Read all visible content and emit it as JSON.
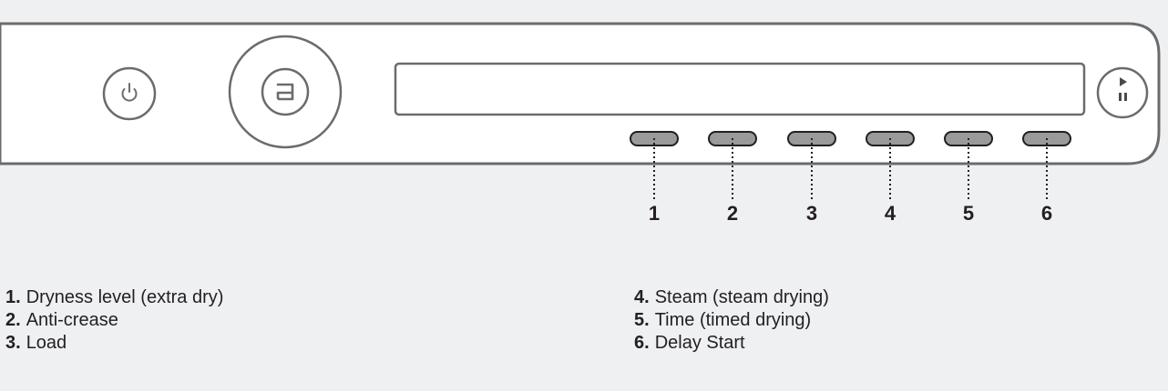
{
  "diagram": {
    "colors": {
      "background": "#eef0f1",
      "panel": "#ffffff",
      "outline": "#6b6b6b",
      "button_fill": "#9a9a9a",
      "text": "#231f20"
    },
    "buttons": [
      {
        "number": "1",
        "label": "Dryness level (extra dry)"
      },
      {
        "number": "2",
        "label": "Anti-crease"
      },
      {
        "number": "3",
        "label": "Load"
      },
      {
        "number": "4",
        "label": "Steam (steam drying)"
      },
      {
        "number": "5",
        "label": "Time (timed drying)"
      },
      {
        "number": "6",
        "label": "Delay Start"
      }
    ],
    "icons": {
      "power": "power-icon",
      "program_dial": "program-dial-icon",
      "start_pause": "play-pause-icon"
    }
  }
}
